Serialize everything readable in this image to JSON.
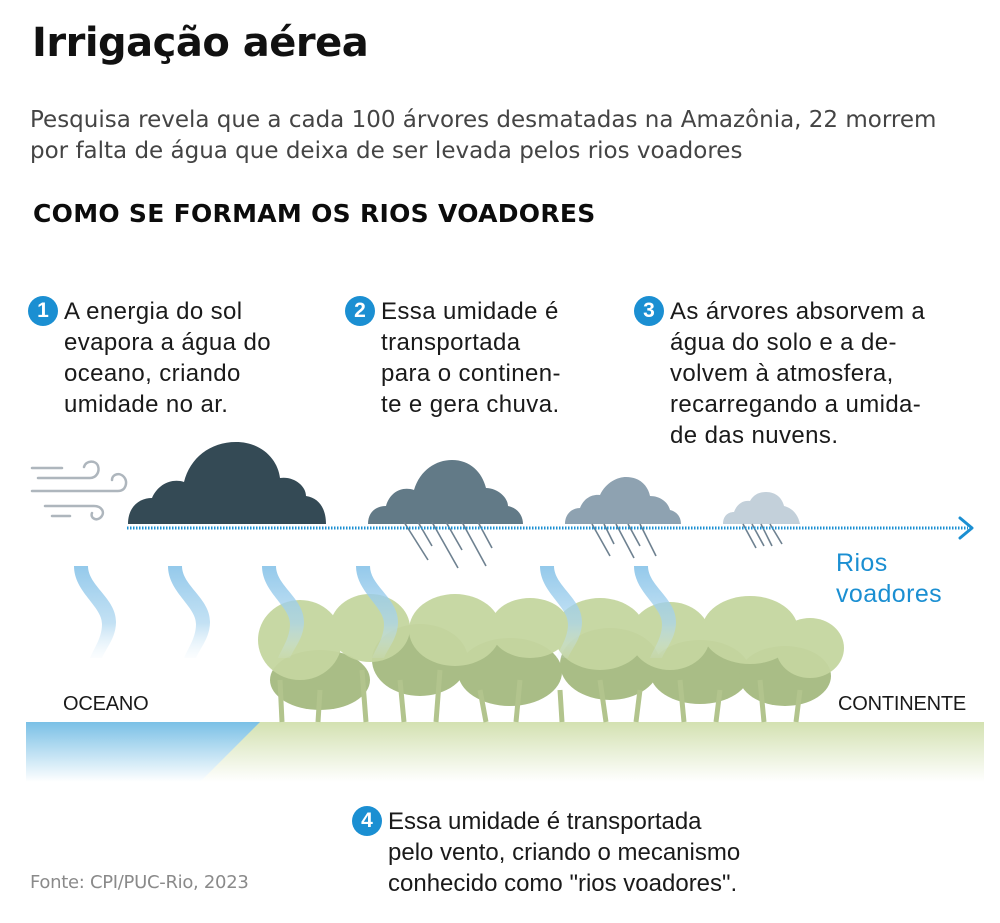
{
  "header": {
    "title": "Irrigação aérea",
    "subtitle": "Pesquisa revela que a cada 100 árvores desmatadas na Amazônia, 22 morrem por falta de água que deixa de ser levada pelos rios voadores",
    "section_title": "COMO SE FORMAM OS RIOS VOADORES"
  },
  "steps": [
    {
      "number": "1",
      "text": "A energia do sol\nevapora a água do\noceano, criando\numidade no ar."
    },
    {
      "number": "2",
      "text": "Essa umidade é\ntransportada\npara o continen-\nte e gera chuva."
    },
    {
      "number": "3",
      "text": "As árvores absorvem a\nágua do solo e a de-\nvolvem à atmosfera,\nrecarregando a umida-\nde das nuvens."
    },
    {
      "number": "4",
      "text": "Essa umidade é transportada\npelo vento, criando o mecanismo\nconhecido como \"rios voadores\"."
    }
  ],
  "diagram": {
    "flow_label": "Rios\nvoadores",
    "left_label": "OCEANO",
    "right_label": "CONTINENTE",
    "icons": [
      "wind-icon",
      "cloud-icon",
      "rain-cloud-icon",
      "evaporation-arrow-icon",
      "trees-icon",
      "flow-arrow-icon"
    ],
    "colors": {
      "accent_blue": "#1b8fd2",
      "arrow_blue": "#7cbde6",
      "cloud_dark": "#344a55",
      "cloud_mid": "#627a87",
      "cloud_light": "#8ea2b1",
      "cloud_faint": "#c3d0da",
      "tree_light": "#c5d6a0",
      "tree_dark": "#a9bd86",
      "ground": "#dde8c4",
      "ocean": "#7ac0e6"
    }
  },
  "footer": {
    "source": "Fonte: CPI/PUC-Rio, 2023"
  }
}
